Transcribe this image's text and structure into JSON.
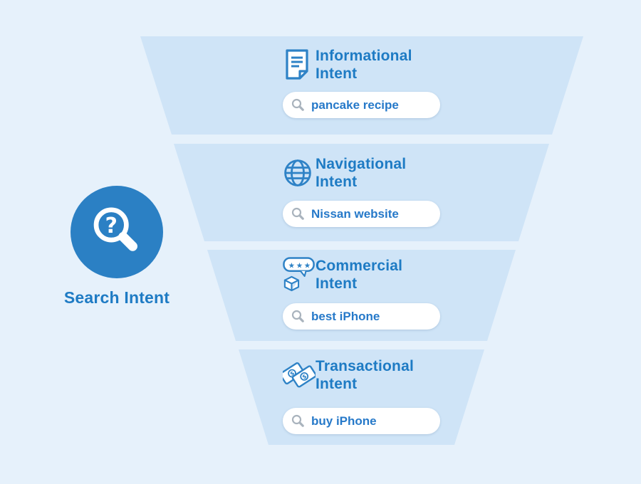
{
  "diagram": {
    "title": "Search Intent funnel",
    "source": {
      "label": "Search Intent",
      "icon": "magnifier-question-icon"
    },
    "funnel_levels": [
      {
        "id": "informational",
        "icon": "document-icon",
        "title_line1": "Informational",
        "title_line2": "Intent",
        "example_query": "pancake recipe"
      },
      {
        "id": "navigational",
        "icon": "globe-icon",
        "title_line1": "Navigational",
        "title_line2": "Intent",
        "example_query": "Nissan website"
      },
      {
        "id": "commercial",
        "icon": "review-product-icon",
        "title_line1": "Commercial",
        "title_line2": "Intent",
        "example_query": "best iPhone"
      },
      {
        "id": "transactional",
        "icon": "banknotes-icon",
        "title_line1": "Transactional",
        "title_line2": "Intent",
        "example_query": "buy iPhone"
      }
    ],
    "colors": {
      "background": "#e6f1fb",
      "funnel_band": "#cfe4f7",
      "heading_blue": "#1e7bc4",
      "icon_blue": "#2e82c6",
      "circle_blue": "#2b80c4",
      "query_text": "#2679c9",
      "search_icon_gray": "#a9b3bd",
      "search_box_bg": "#ffffff"
    }
  }
}
